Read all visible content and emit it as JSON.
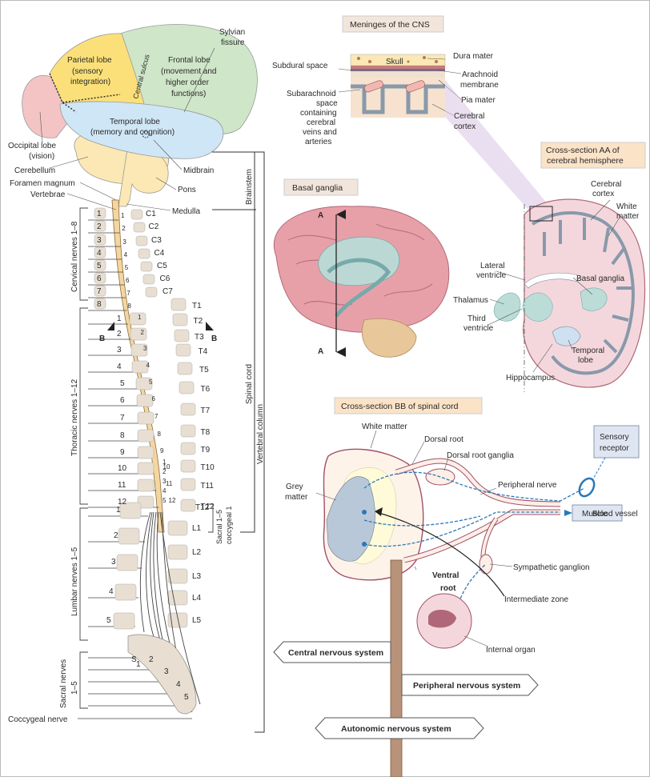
{
  "brain": {
    "parietal_lobe": "Parietal lobe",
    "parietal_desc1": "(sensory",
    "parietal_desc2": "integration)",
    "frontal_lobe": "Frontal lobe",
    "frontal_desc1": "(movement and",
    "frontal_desc2": "higher order",
    "frontal_desc3": "functions)",
    "central_sulcus": "Central sulcus",
    "sylvian1": "Sylvian",
    "sylvian2": "fissure",
    "temporal_lobe": "Temporal lobe",
    "temporal_desc": "(memory and cognition)",
    "occipital_lobe": "Occipital lobe",
    "occipital_desc": "(vision)",
    "cerebellum": "Cerebellum",
    "midbrain": "Midbrain",
    "pons": "Pons",
    "medulla": "Medulla",
    "foramen_magnum": "Foramen magnum",
    "vertebrae": "Vertebrae",
    "brainstem": "Brainstem"
  },
  "spine": {
    "cervical_group": "Cervical nerves 1–8",
    "thoracic_group": "Thoracic nerves 1–12",
    "lumbar_group": "Lumbar nerves 1–5",
    "sacral_group1": "Sacral nerves",
    "sacral_group2": "1–5",
    "coccygeal_nerve": "Coccygeal nerve",
    "spinal_cord": "Spinal cord",
    "vertebral_column": "Vertebral column",
    "sacral_coccygeal1": "Sacral 1–5",
    "sacral_coccygeal2": "coccygeal 1",
    "section_marker": "B",
    "cervical_nerve_numbers": [
      "1",
      "2",
      "3",
      "4",
      "5",
      "6",
      "7",
      "8"
    ],
    "cervical_vertebrae": [
      "C1",
      "C2",
      "C3",
      "C4",
      "C5",
      "C6",
      "C7"
    ],
    "thoracic_nerve_numbers": [
      "1",
      "2",
      "3",
      "4",
      "5",
      "6",
      "7",
      "8",
      "9",
      "10",
      "11",
      "12"
    ],
    "thoracic_vertebrae": [
      "T1",
      "T2",
      "T3",
      "T4",
      "T5",
      "T6",
      "T7",
      "T8",
      "T9",
      "T10",
      "T11",
      "T12"
    ],
    "lumbar_nerve_numbers": [
      "1",
      "2",
      "3",
      "4",
      "5"
    ],
    "lumbar_vertebrae": [
      "L1",
      "L2",
      "L3",
      "L4",
      "L5"
    ],
    "sacral_numbers": [
      "1",
      "2",
      "3",
      "4",
      "5"
    ],
    "sacral_s": "S"
  },
  "meninges": {
    "title": "Meninges of the CNS",
    "skull": "Skull",
    "dura_mater": "Dura mater",
    "arachnoid1": "Arachnoid",
    "arachnoid2": "membrane",
    "pia_mater": "Pia mater",
    "cerebral_cortex1": "Cerebral",
    "cerebral_cortex2": "cortex",
    "subdural": "Subdural space",
    "subarachnoid": [
      "Subarachnoid",
      "space",
      "containing",
      "cerebral",
      "veins and",
      "arteries"
    ]
  },
  "basal": {
    "title": "Basal ganglia",
    "marker": "A"
  },
  "cross_aa": {
    "title1": "Cross-section AA of",
    "title2": "cerebral hemisphere",
    "cerebral_cortex1": "Cerebral",
    "cerebral_cortex2": "cortex",
    "white_matter1": "White",
    "white_matter2": "matter",
    "lateral_ventricle1": "Lateral",
    "lateral_ventricle2": "ventricle",
    "basal_ganglia": "Basal ganglia",
    "thalamus": "Thalamus",
    "third_ventricle1": "Third",
    "third_ventricle2": "ventricle",
    "temporal_lobe1": "Temporal",
    "temporal_lobe2": "lobe",
    "hippocampus": "Hippocampus"
  },
  "cross_bb": {
    "title": "Cross-section BB of spinal cord",
    "white_matter": "White matter",
    "dorsal_root": "Dorsal root",
    "dorsal_root_ganglia": "Dorsal root ganglia",
    "sensory_receptor1": "Sensory",
    "sensory_receptor2": "receptor",
    "peripheral_nerve": "Peripheral nerve",
    "grey_matter1": "Grey",
    "grey_matter2": "matter",
    "blood_vessel": "Blood vessel",
    "muscle": "Muscle",
    "sympathetic_ganglion": "Sympathetic ganglion",
    "ventral_root1": "Ventral",
    "ventral_root2": "root",
    "intermediate_zone": "Intermediate zone",
    "internal_organ": "Internal organ"
  },
  "signpost": {
    "cns": "Central nervous system",
    "pns": "Peripheral nervous system",
    "ans": "Autonomic nervous system"
  },
  "colors": {
    "parietal": "#fbe07a",
    "frontal": "#cfe6c8",
    "temporal": "#cfe6f6",
    "occipital": "#f4c4c4",
    "cerebellum": "#fbe8b4",
    "bone": "#e8dfd2",
    "cord": "#f5d6a0",
    "brain_pink": "#e8a0a8",
    "nerve_blue": "#2a78b8",
    "label_box": "#fbe3c8"
  }
}
